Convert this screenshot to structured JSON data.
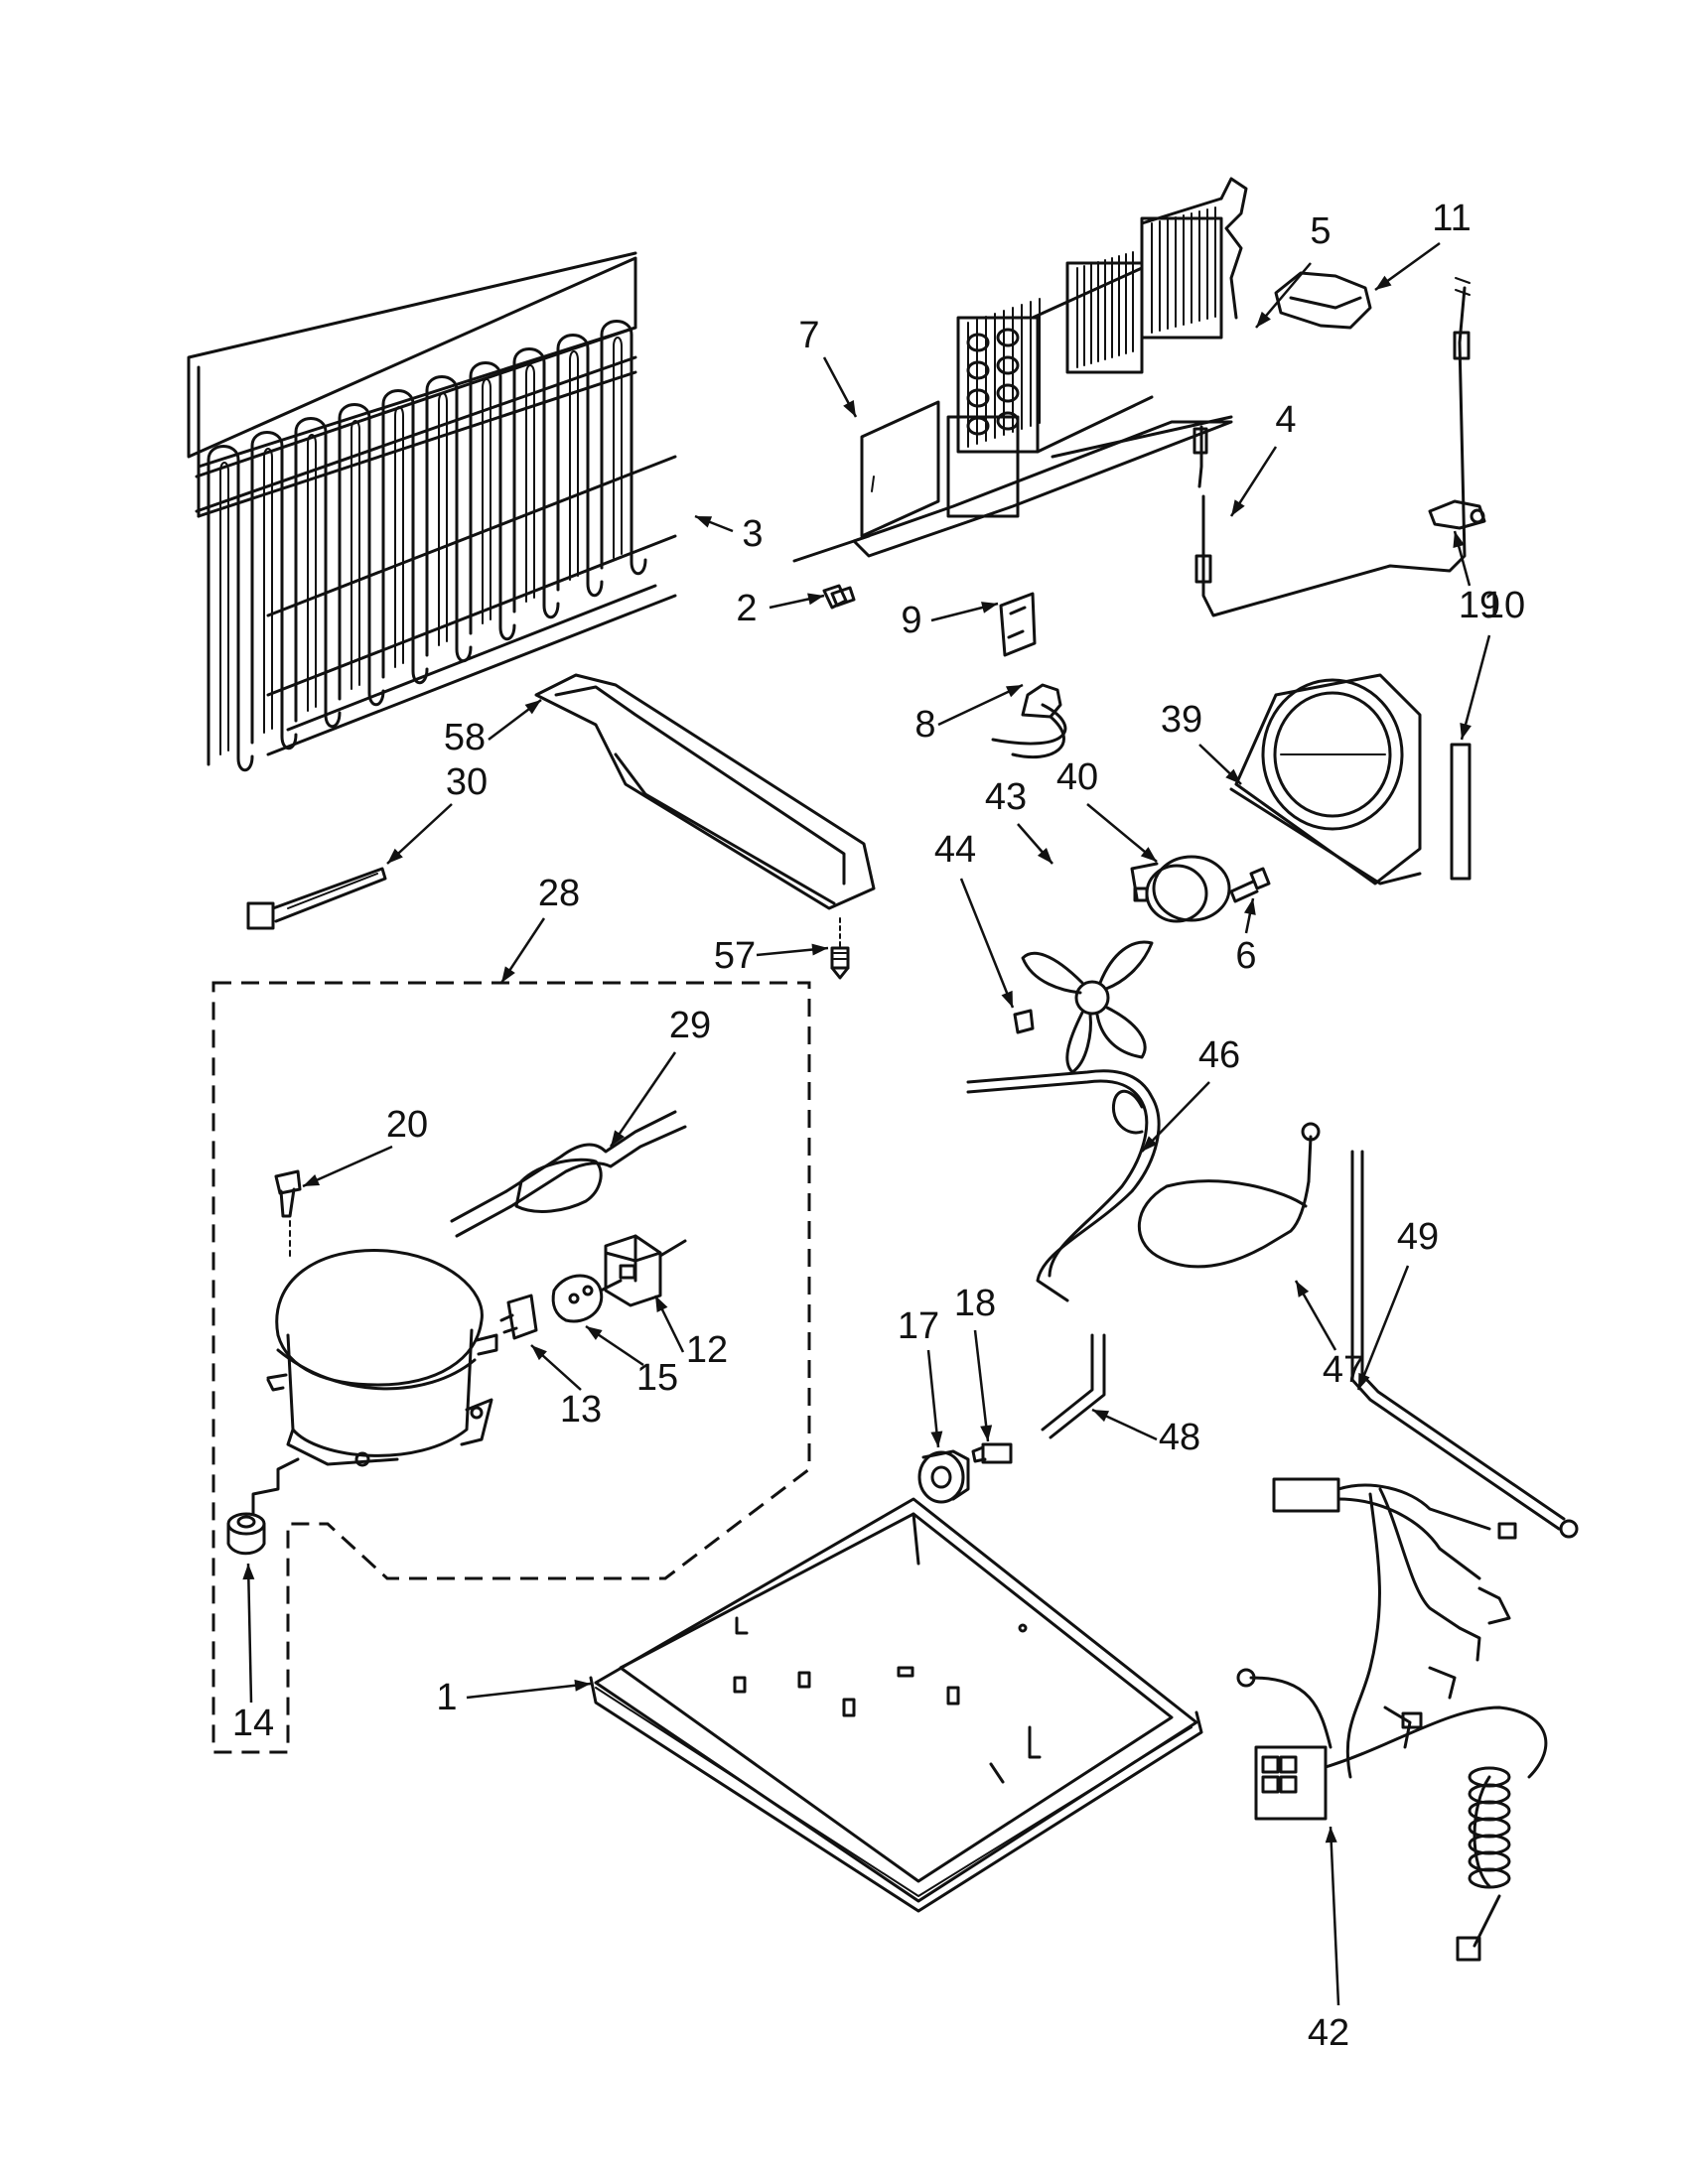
{
  "callouts": {
    "c1": "1",
    "c2": "2",
    "c3": "3",
    "c4": "4",
    "c5": "5",
    "c6": "6",
    "c7": "7",
    "c8": "8",
    "c9": "9",
    "c10": "10",
    "c11": "11",
    "c12": "12",
    "c13": "13",
    "c14": "14",
    "c15": "15",
    "c17": "17",
    "c18": "18",
    "c19": "19",
    "c20": "20",
    "c28": "28",
    "c29": "29",
    "c30": "30",
    "c39": "39",
    "c40": "40",
    "c42": "42",
    "c43": "43",
    "c44": "44",
    "c46": "46",
    "c47": "47",
    "c48": "48",
    "c49": "49",
    "c57": "57",
    "c58": "58"
  }
}
